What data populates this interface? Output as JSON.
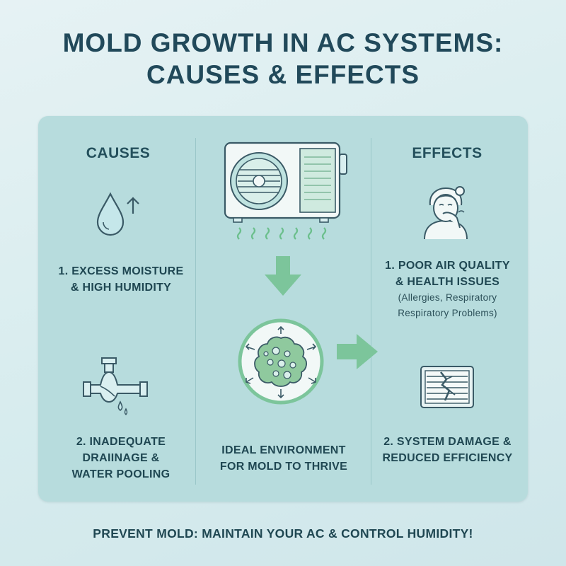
{
  "title": {
    "line1": "MOLD GROWTH IN AC SYSTEMS:",
    "line2": "CAUSES & EFFECTS"
  },
  "causes": {
    "heading": "CAUSES",
    "item1": {
      "line1": "1. EXCESS MOISTURE",
      "line2": "& HIGH HUMIDITY",
      "icon": "water-drop-rising-icon"
    },
    "item2": {
      "line1": "2. INADEQUATE",
      "line2": "DRAIINAGE &",
      "line3": "WATER POOLING",
      "icon": "leaking-pipe-icon"
    }
  },
  "center": {
    "line1": "IDEAL ENVIRONMENT",
    "line2": "FOR MOLD TO THRIVE",
    "icons": [
      "ac-unit-icon",
      "down-arrow-icon",
      "mold-spore-icon",
      "right-arrow-icon"
    ]
  },
  "effects": {
    "heading": "EFFECTS",
    "item1": {
      "line1": "1. POOR AIR QUALITY",
      "line2": "& HEALTH ISSUES",
      "detail1": "(Allergies, Respiratory",
      "detail2": "Respiratory Problems)",
      "icon": "sick-person-icon"
    },
    "item2": {
      "line1": "2. SYSTEM DAMAGE &",
      "line2": "REDUCED EFFICIENCY",
      "icon": "damaged-vent-icon"
    }
  },
  "footer": "PREVENT MOLD: MAINTAIN YOUR AC & CONTROL HUMIDITY!",
  "colors": {
    "background": "#dcedf0",
    "panel": "#b7dcdd",
    "text": "#1f4752",
    "accent_green": "#7cc59b",
    "icon_stroke": "#3a5a66"
  }
}
